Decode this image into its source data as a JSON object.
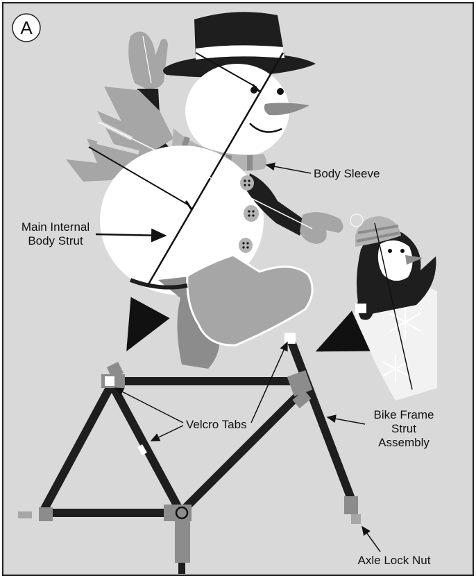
{
  "figure": {
    "panel_letter": "A"
  },
  "labels": {
    "body_sleeve": "Body Sleeve",
    "main_strut_line1": "Main Internal",
    "main_strut_line2": "Body Strut",
    "velcro_tabs": "Velcro Tabs",
    "bike_frame_line1": "Bike Frame",
    "bike_frame_line2": "Strut",
    "bike_frame_line3": "Assembly",
    "axle_lock_nut": "Axle Lock Nut"
  },
  "colors": {
    "background": "#d9d9d9",
    "figure_white": "#ffffff",
    "light_gray": "#b3b3b3",
    "mid_gray": "#8c8c8c",
    "dark": "#1a1a1a"
  }
}
